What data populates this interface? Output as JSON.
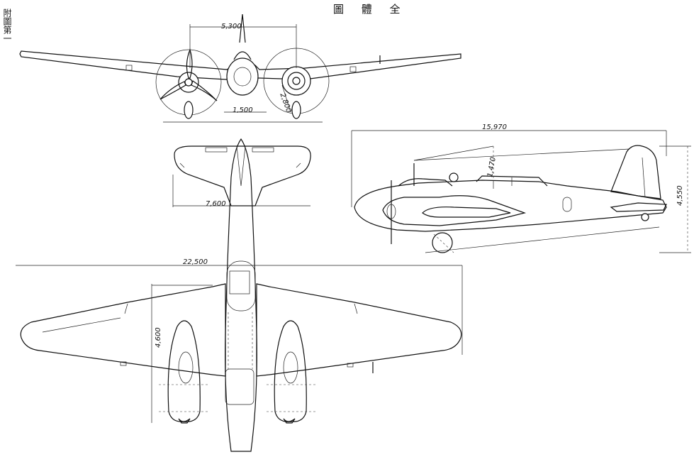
{
  "drawing": {
    "title": "圖 體 全",
    "plate_label": "附圖第一",
    "dimensions": {
      "front_prop_spacing": "5,300",
      "front_track": "1,500",
      "front_prop_dia": "2,800",
      "overall_length": "15,970",
      "side_cabin": "1,470",
      "height": "4,550",
      "tailplane_span": "7,600",
      "wingspan": "22,500",
      "nacelle_length": "4,600"
    }
  }
}
